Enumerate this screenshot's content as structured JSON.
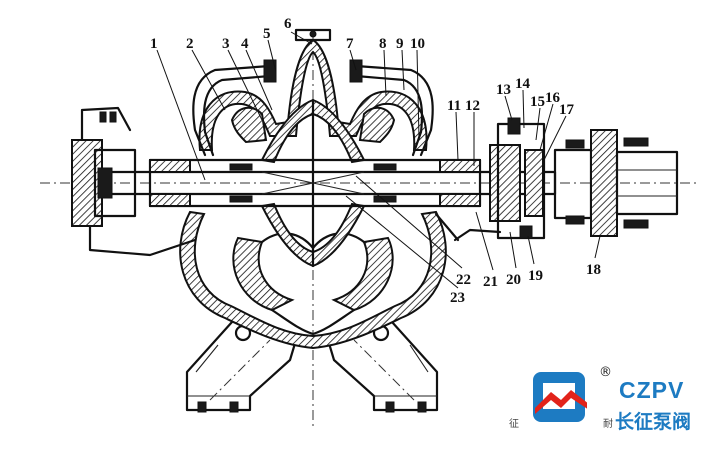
{
  "part_numbers": [
    "1",
    "2",
    "3",
    "4",
    "5",
    "6",
    "7",
    "8",
    "9",
    "10",
    "11",
    "12",
    "13",
    "14",
    "15",
    "16",
    "17",
    "18",
    "19",
    "20",
    "21",
    "22",
    "23"
  ],
  "logo": {
    "brand_en": "CZPV",
    "brand_cn": "长征泵阀",
    "registered_mark": "®",
    "watermark_left": "征",
    "watermark_right": "耐",
    "primary_color": "#1d7bc2",
    "accent_color": "#e2231a"
  }
}
